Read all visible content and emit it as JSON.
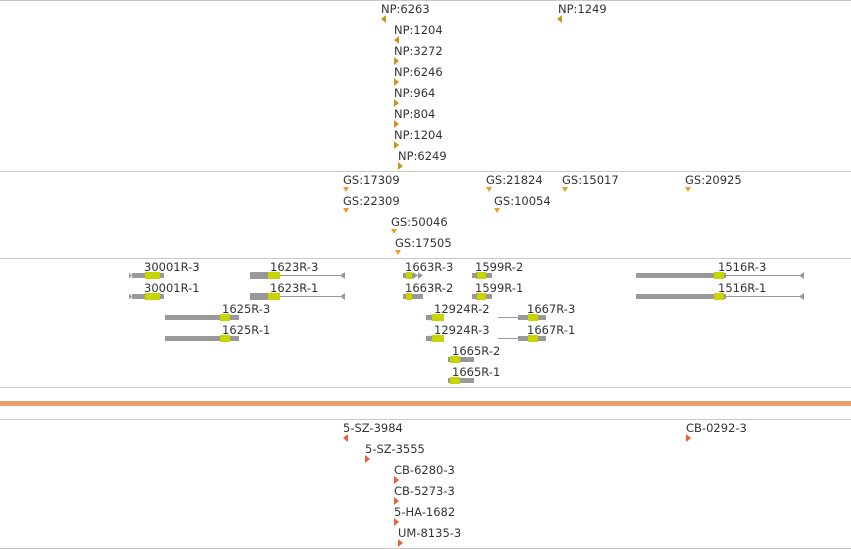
{
  "colors": {
    "np_marker": "#c8961c",
    "gs_marker": "#e8a02a",
    "sample_marker": "#e8603c",
    "gene_gray": "#999999",
    "gene_highlight": "#c8d400",
    "separator_bar": "#e8a06a"
  },
  "np_track": {
    "labels": [
      "NP:6263",
      "NP:1249",
      "NP:1204",
      "NP:3272",
      "NP:6246",
      "NP:964",
      "NP:804",
      "NP:1204",
      "NP:6249"
    ]
  },
  "gs_track": {
    "labels": [
      "GS:17309",
      "GS:21824",
      "GS:15017",
      "GS:20925",
      "GS:22309",
      "GS:10054",
      "GS:50046",
      "GS:17505"
    ]
  },
  "gene_track": {
    "labels": [
      "30001R-3",
      "1623R-3",
      "1663R-3",
      "1599R-2",
      "1516R-3",
      "30001R-1",
      "1623R-1",
      "1663R-2",
      "1599R-1",
      "1516R-1",
      "1625R-3",
      "12924R-2",
      "1667R-3",
      "1625R-1",
      "12924R-3",
      "1667R-1",
      "1665R-2",
      "1665R-1"
    ]
  },
  "sample_track": {
    "labels": [
      "5-SZ-3984",
      "CB-0292-3",
      "5-SZ-3555",
      "CB-6280-3",
      "CB-5273-3",
      "5-HA-1682",
      "UM-8135-3"
    ]
  }
}
